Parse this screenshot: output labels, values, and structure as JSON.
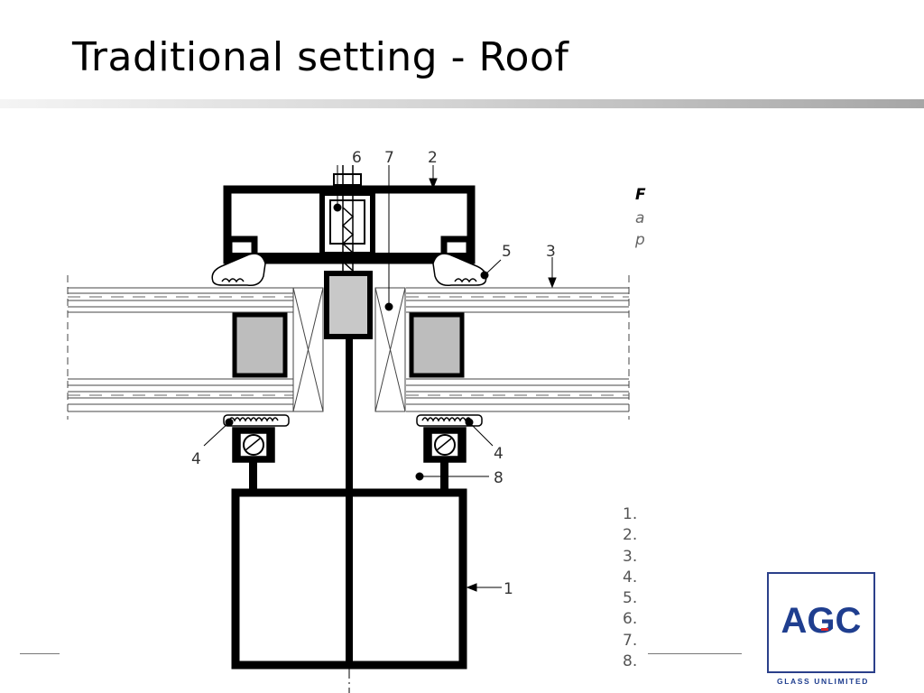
{
  "slide": {
    "title": "Traditional setting - Roof"
  },
  "diagram": {
    "callouts": [
      "6",
      "7",
      "2",
      "5",
      "3",
      "4",
      "4",
      "8",
      "1"
    ],
    "partial_text": [
      "F",
      "a",
      "p"
    ],
    "legend_numbers": [
      "1.",
      "2.",
      "3.",
      "4.",
      "5.",
      "6.",
      "7.",
      "8."
    ]
  },
  "logo": {
    "text": "AGC",
    "tagline": "GLASS UNLIMITED",
    "color": "#1f3e8f",
    "accent": "#d9262b"
  }
}
